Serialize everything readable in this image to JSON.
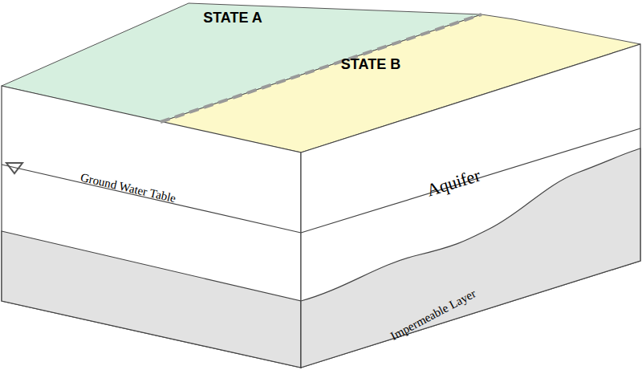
{
  "diagram": {
    "labels": [
      "STATE A",
      "STATE B",
      "Ground Water Table",
      "Aquifer",
      "Impermeable Layer"
    ]
  }
}
